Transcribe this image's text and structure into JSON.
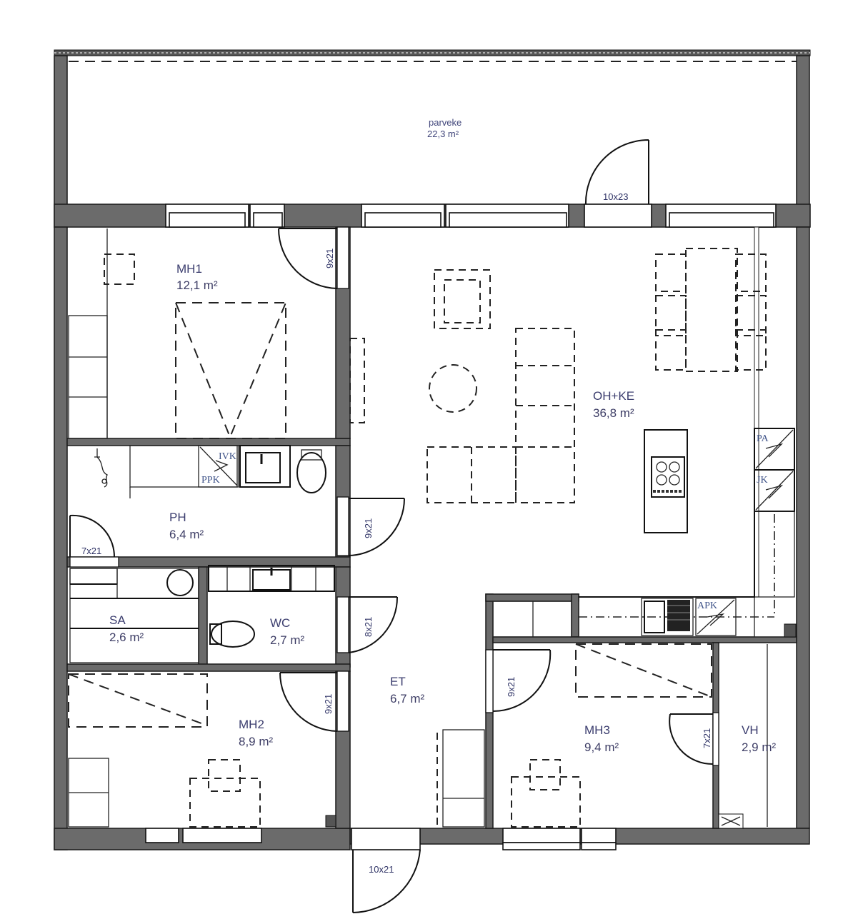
{
  "plan": {
    "rooms": [
      {
        "id": "parveke",
        "name": "parveke",
        "area": "22,3 m²"
      },
      {
        "id": "mh1",
        "name": "MH1",
        "area": "12,1 m²"
      },
      {
        "id": "oh_ke",
        "name": "OH+KE",
        "area": "36,8 m²"
      },
      {
        "id": "ph",
        "name": "PH",
        "area": "6,4 m²"
      },
      {
        "id": "sa",
        "name": "SA",
        "area": "2,6 m²"
      },
      {
        "id": "wc",
        "name": "WC",
        "area": "2,7 m²"
      },
      {
        "id": "et",
        "name": "ET",
        "area": "6,7 m²"
      },
      {
        "id": "mh2",
        "name": "MH2",
        "area": "8,9 m²"
      },
      {
        "id": "mh3",
        "name": "MH3",
        "area": "9,4 m²"
      },
      {
        "id": "vh",
        "name": "VH",
        "area": "2,9 m²"
      }
    ],
    "doors": {
      "balcony": "10x23",
      "mh1": "9x21",
      "ph_hall": "9x21",
      "ph_sauna": "7x21",
      "wc": "8x21",
      "mh2": "9x21",
      "mh3": "9x21",
      "vh": "7x21",
      "entrance": "10x21"
    },
    "appliance_tags": {
      "ivk": "IVK",
      "ppk": "PPK",
      "pa": "PA",
      "jk": "JK",
      "apk": "APK"
    },
    "colors": {
      "wall": "#6b6b6b",
      "label_text": "#3b3d6e",
      "tag_text": "#41558a"
    }
  }
}
